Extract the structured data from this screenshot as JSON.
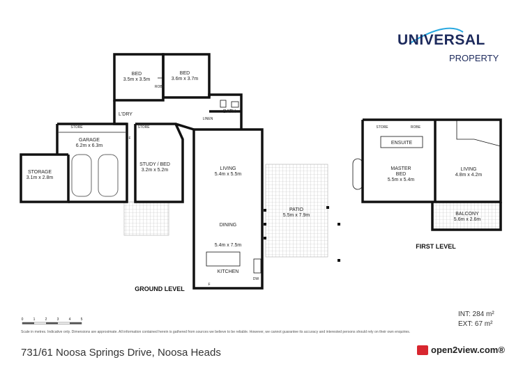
{
  "brand": {
    "name": "UNIVERSAL",
    "sub": "PROPERTY"
  },
  "rooms": [
    {
      "id": "bed1",
      "name": "BED",
      "dims": "3.5m x 3.5m"
    },
    {
      "id": "bed2",
      "name": "BED",
      "dims": "3.6m x 3.7m"
    },
    {
      "id": "ldry",
      "name": "L'DRY"
    },
    {
      "id": "bath",
      "name": "BATH"
    },
    {
      "id": "garage",
      "name": "GARAGE",
      "dims": "6.2m x 6.3m"
    },
    {
      "id": "storage",
      "name": "STORAGE",
      "dims": "3.1m x 2.8m"
    },
    {
      "id": "study",
      "name": "STUDY / BED",
      "dims": "3.2m x 5.2m"
    },
    {
      "id": "living",
      "name": "LIVING",
      "dims": "5.4m x 5.5m"
    },
    {
      "id": "dining",
      "name": "DINING",
      "dims": "5.4m x 7.5m"
    },
    {
      "id": "kitchen",
      "name": "KITCHEN"
    },
    {
      "id": "patio",
      "name": "PATIO",
      "dims": "5.5m x 7.9m"
    },
    {
      "id": "ensuite",
      "name": "ENSUITE"
    },
    {
      "id": "master",
      "name": "MASTER",
      "name2": "BED",
      "dims": "5.5m x 5.4m"
    },
    {
      "id": "living2",
      "name": "LIVING",
      "dims": "4.8m x 4.2m"
    },
    {
      "id": "balcony",
      "name": "BALCONY",
      "dims": "5.6m x 2.6m"
    }
  ],
  "small_labels": {
    "store": "STORE",
    "robe": "ROBE",
    "linen": "LINEN",
    "f": "F",
    "dw": "DW"
  },
  "levels": {
    "ground": "GROUND LEVEL",
    "first": "FIRST LEVEL"
  },
  "scale": {
    "ticks": [
      "0",
      "1",
      "2",
      "3",
      "4",
      "5"
    ]
  },
  "areas": {
    "int": "INT: 284 m²",
    "ext": "EXT: 67 m²"
  },
  "disclaimer": "Scale in metres. Indicative only. Dimensions are approximate. All information contained herein is gathered from sources we believe to be reliable. However, we cannot guarantee its accuracy and interested persons should rely on their own enquiries.",
  "address": "731/61 Noosa Springs Drive, Noosa Heads",
  "badge": "open2view.com®"
}
